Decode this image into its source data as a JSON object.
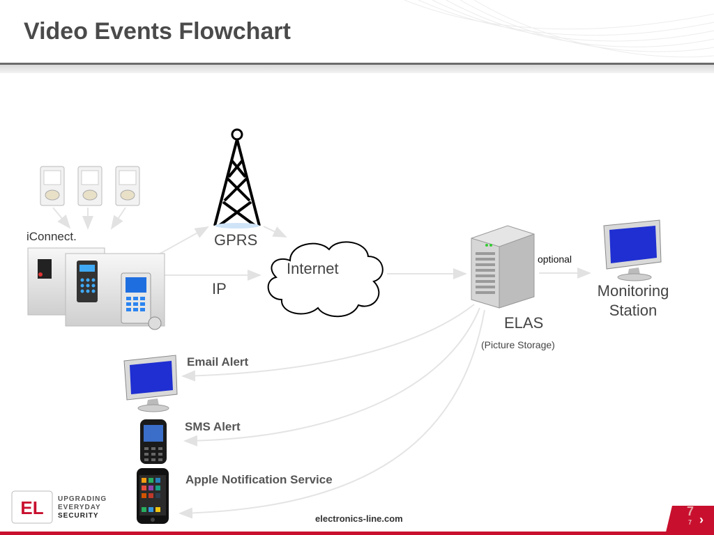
{
  "slide": {
    "title": "Video Events Flowchart"
  },
  "diagram": {
    "brand_label": "iConnect.",
    "labels": {
      "gprs": "GPRS",
      "ip": "IP",
      "internet": "Internet",
      "optional": "optional",
      "monitoring_station": "Monitoring Station",
      "elas": "ELAS",
      "picture_storage": "(Picture Storage)"
    },
    "alerts": [
      {
        "label": "Email Alert",
        "icon": "monitor-icon"
      },
      {
        "label": "SMS Alert",
        "icon": "smartphone-icon"
      },
      {
        "label": "Apple Notification Service",
        "icon": "iphone-icon"
      }
    ]
  },
  "footer": {
    "logo_text": "EL",
    "tagline": [
      "UPGRADING",
      "EVERYDAY",
      "SECURITY"
    ],
    "url": "electronics-line.com",
    "page_number": "7",
    "page_number_small": "7"
  },
  "colors": {
    "accent": "#c8102e",
    "title": "#4a4a4a",
    "screen_blue": "#1f2fd1"
  }
}
